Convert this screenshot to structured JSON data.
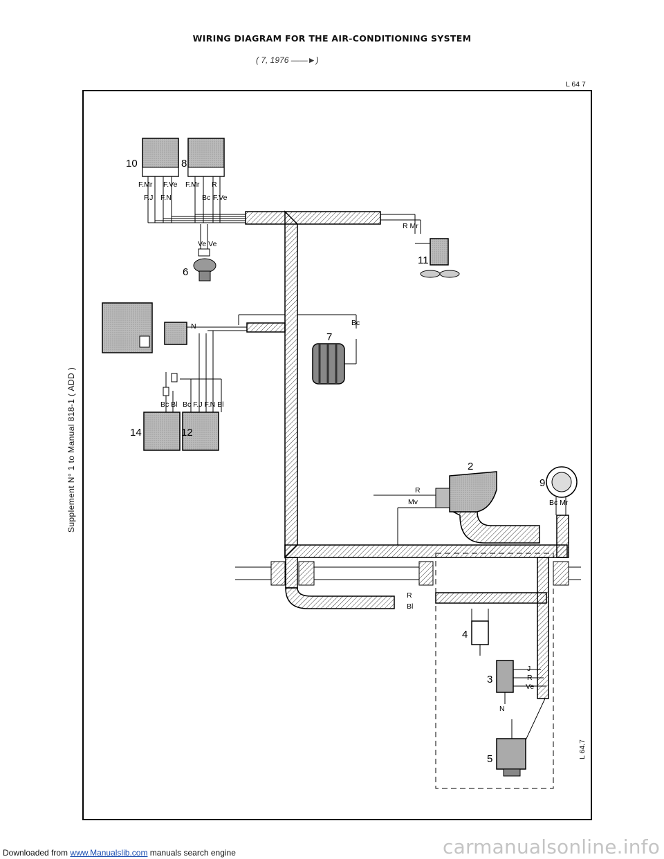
{
  "page": {
    "title": "WIRING DIAGRAM FOR THE AIR-CONDITIONING SYSTEM",
    "subtitle": "( 7, 1976 ——►)",
    "ref_top": "L 64 7",
    "ref_side": "L 64.7",
    "side_note": "Supplement N° 1 to Manual 818-1 ( ADD )"
  },
  "components": {
    "c10": "10",
    "c8": "8",
    "c6": "6",
    "c11": "11",
    "c7": "7",
    "c14": "14",
    "c12": "12",
    "c2": "2",
    "c9": "9",
    "c4": "4",
    "c3": "3",
    "c5": "5"
  },
  "wire_labels": {
    "w10_a": "F.Mr",
    "w10_b": "F.J",
    "w10_c": "F.N",
    "w10_d": "F.Ve",
    "w8_a": "F.Mr",
    "w8_b": "Bc",
    "w8_c": "R",
    "w8_d": "F.Ve",
    "w6": "Ve Ve",
    "w11": "R Mr",
    "w_n": "N",
    "w7": "Bc",
    "w14": "Bc Bl",
    "w12": "Bc F.J F.N Bl",
    "w2_r": "R",
    "w2_mv": "Mv",
    "w9": "Bc Mr",
    "w_lower_r": "R",
    "w_lower_bl": "Bl",
    "w3_j": "J",
    "w3_r": "R",
    "w3_ve": "Ve",
    "w3_n": "N"
  },
  "footer": {
    "prefix": "Downloaded from",
    "link": "www.Manualslib.com",
    "suffix": "manuals search engine",
    "watermark": "carmanualsonline.info"
  }
}
